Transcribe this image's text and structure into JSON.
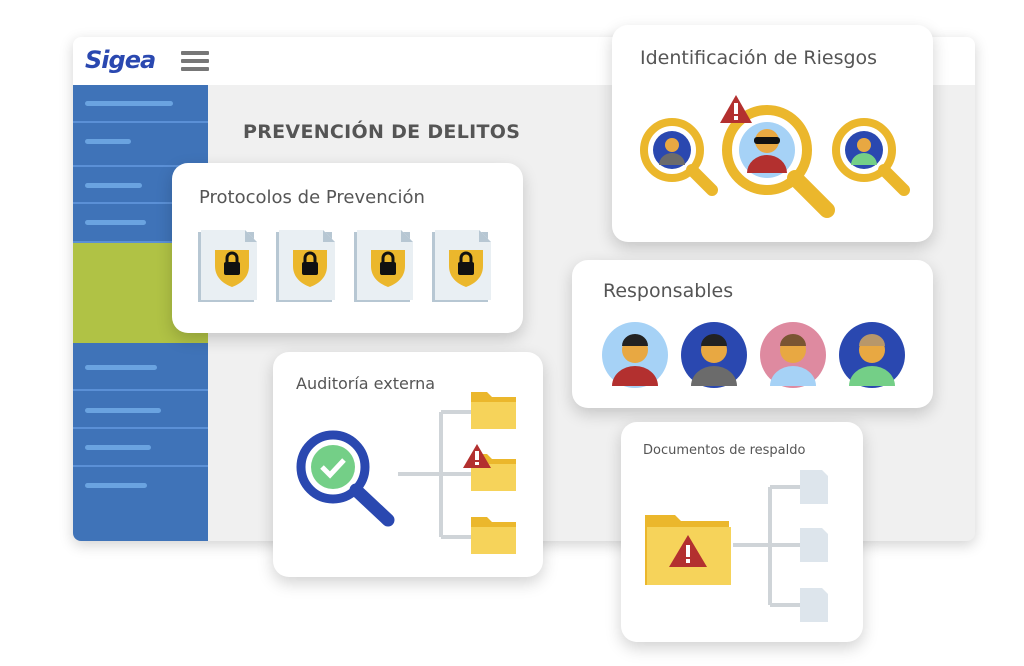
{
  "app": {
    "logo": "Sigea"
  },
  "page": {
    "title": "PREVENCIÓN DE DELITOS"
  },
  "cards": {
    "protocols": {
      "title": "Protocolos de Prevención",
      "count": 4
    },
    "risks": {
      "title": "Identificación de Riesgos"
    },
    "responsibles": {
      "title": "Responsables"
    },
    "audit": {
      "title": "Auditoría externa"
    },
    "documents": {
      "title": "Documentos de respaldo"
    }
  },
  "colors": {
    "sidebar": "#3f73b8",
    "active": "#b0c245",
    "brand": "#2a48b0",
    "yellow": "#ebb72c",
    "alert": "#b3302f"
  }
}
